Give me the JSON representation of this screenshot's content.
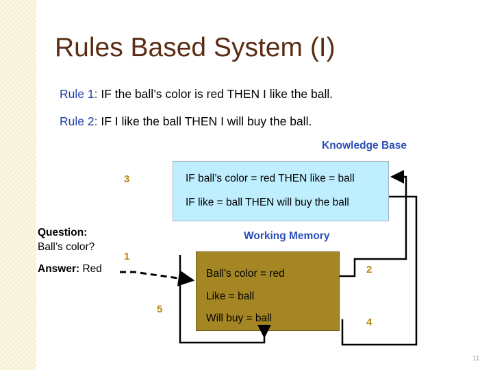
{
  "slide": {
    "title": "Rules Based System (I)",
    "page_number": "11"
  },
  "rules": [
    {
      "label": "Rule 1:",
      "text": "IF the ball’s color is red THEN I like the ball."
    },
    {
      "label": "Rule 2:",
      "text": "IF I like the ball THEN I will buy the ball."
    }
  ],
  "knowledge_base": {
    "title": "Knowledge Base",
    "lines": [
      "IF ball’s color = red THEN like = ball",
      "IF like = ball THEN will buy the ball"
    ]
  },
  "working_memory": {
    "title": "Working Memory",
    "lines": [
      "Ball’s color = red",
      "Like = ball",
      "Will buy = ball"
    ]
  },
  "question": {
    "label": "Question:",
    "text": "Ball’s color?"
  },
  "answer": {
    "label": "Answer:",
    "text": "Red"
  },
  "steps": [
    "1",
    "2",
    "3",
    "4",
    "5"
  ],
  "colors": {
    "title": "#5a2c14",
    "rule_label": "#1f3fa8",
    "section_label": "#2a4fb8",
    "knowledge_base_fill": "#bfeeff",
    "working_memory_fill": "#a58624",
    "step_number": "#b8860b"
  }
}
